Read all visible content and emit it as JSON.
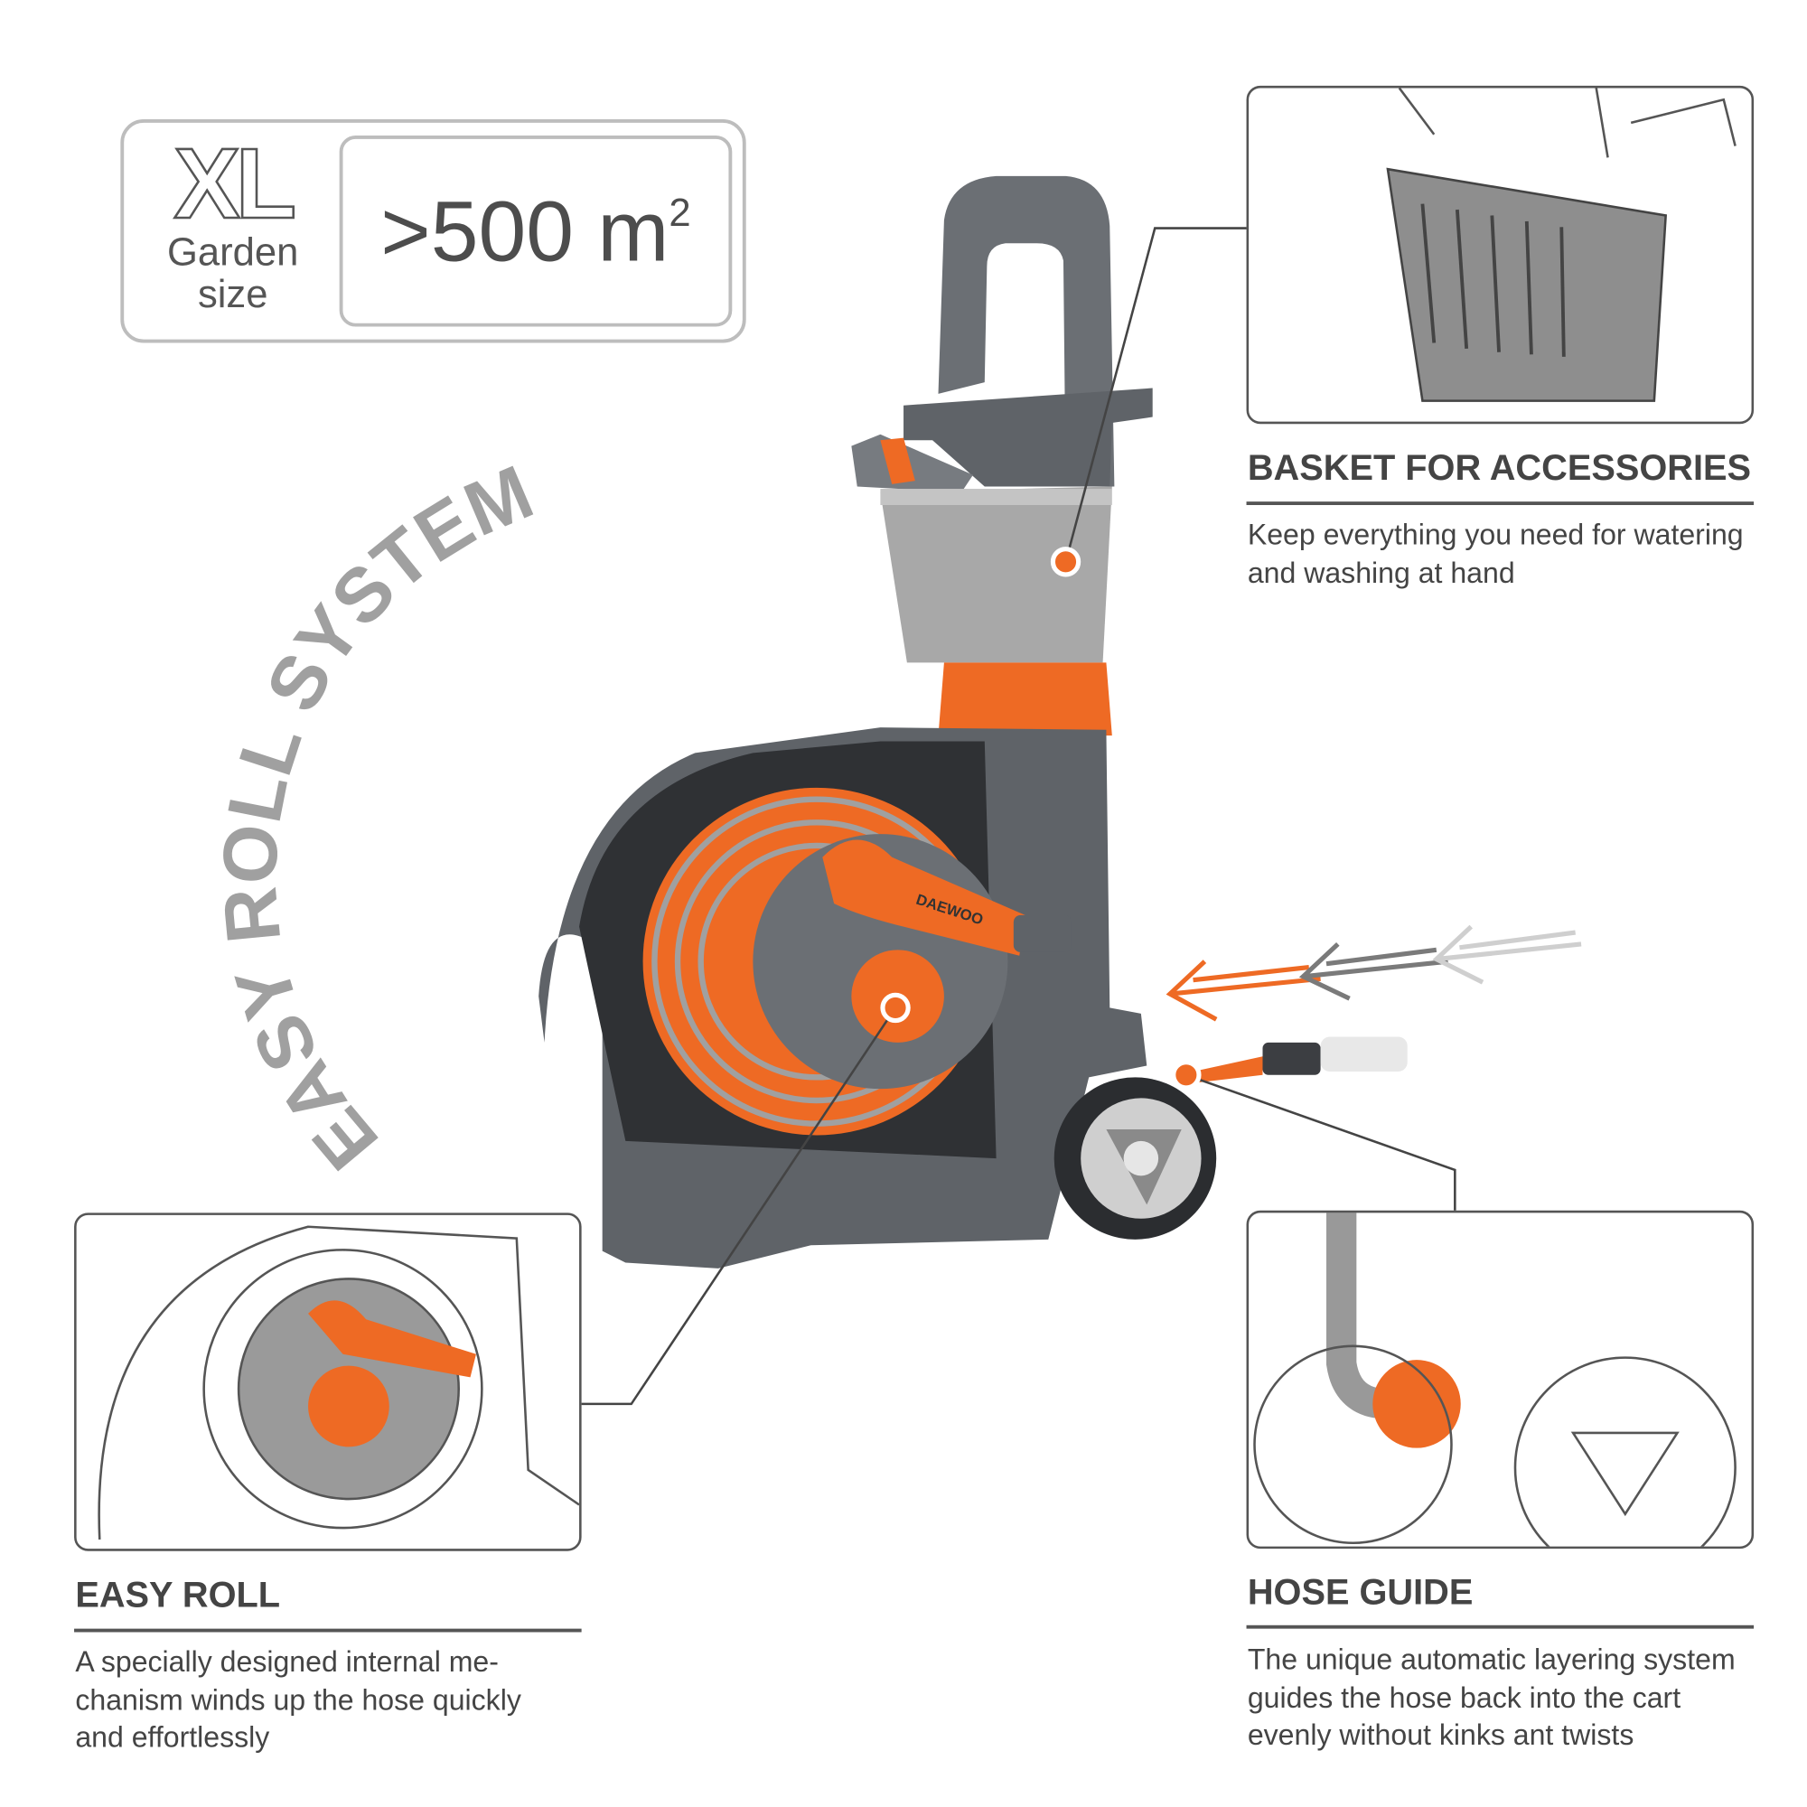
{
  "spec": {
    "size_class": "XL",
    "size_label_line1": "Garden",
    "size_label_line2": "size",
    "area_value": ">500 m",
    "area_unit_sup": "2"
  },
  "product": {
    "brand": "DAEWOO",
    "headline_arc": "EASY ROLL SYSTEM"
  },
  "features": [
    {
      "title": "BASKET FOR ACCESSORIES",
      "desc_lines": [
        "Keep everything you need for watering",
        "and washing at hand"
      ]
    },
    {
      "title": "EASY ROLL",
      "desc_lines": [
        "A specially designed internal me-",
        "chanism winds up the hose quickly",
        "and effortlessly"
      ]
    },
    {
      "title": "HOSE GUIDE",
      "desc_lines": [
        "The unique automatic layering system",
        "guides the hose back into the cart",
        "evenly without kinks ant twists"
      ]
    }
  ],
  "colors": {
    "accent": "#ee6a24",
    "body": "#5f6368",
    "light": "#a6a6a6",
    "text": "#444444"
  }
}
